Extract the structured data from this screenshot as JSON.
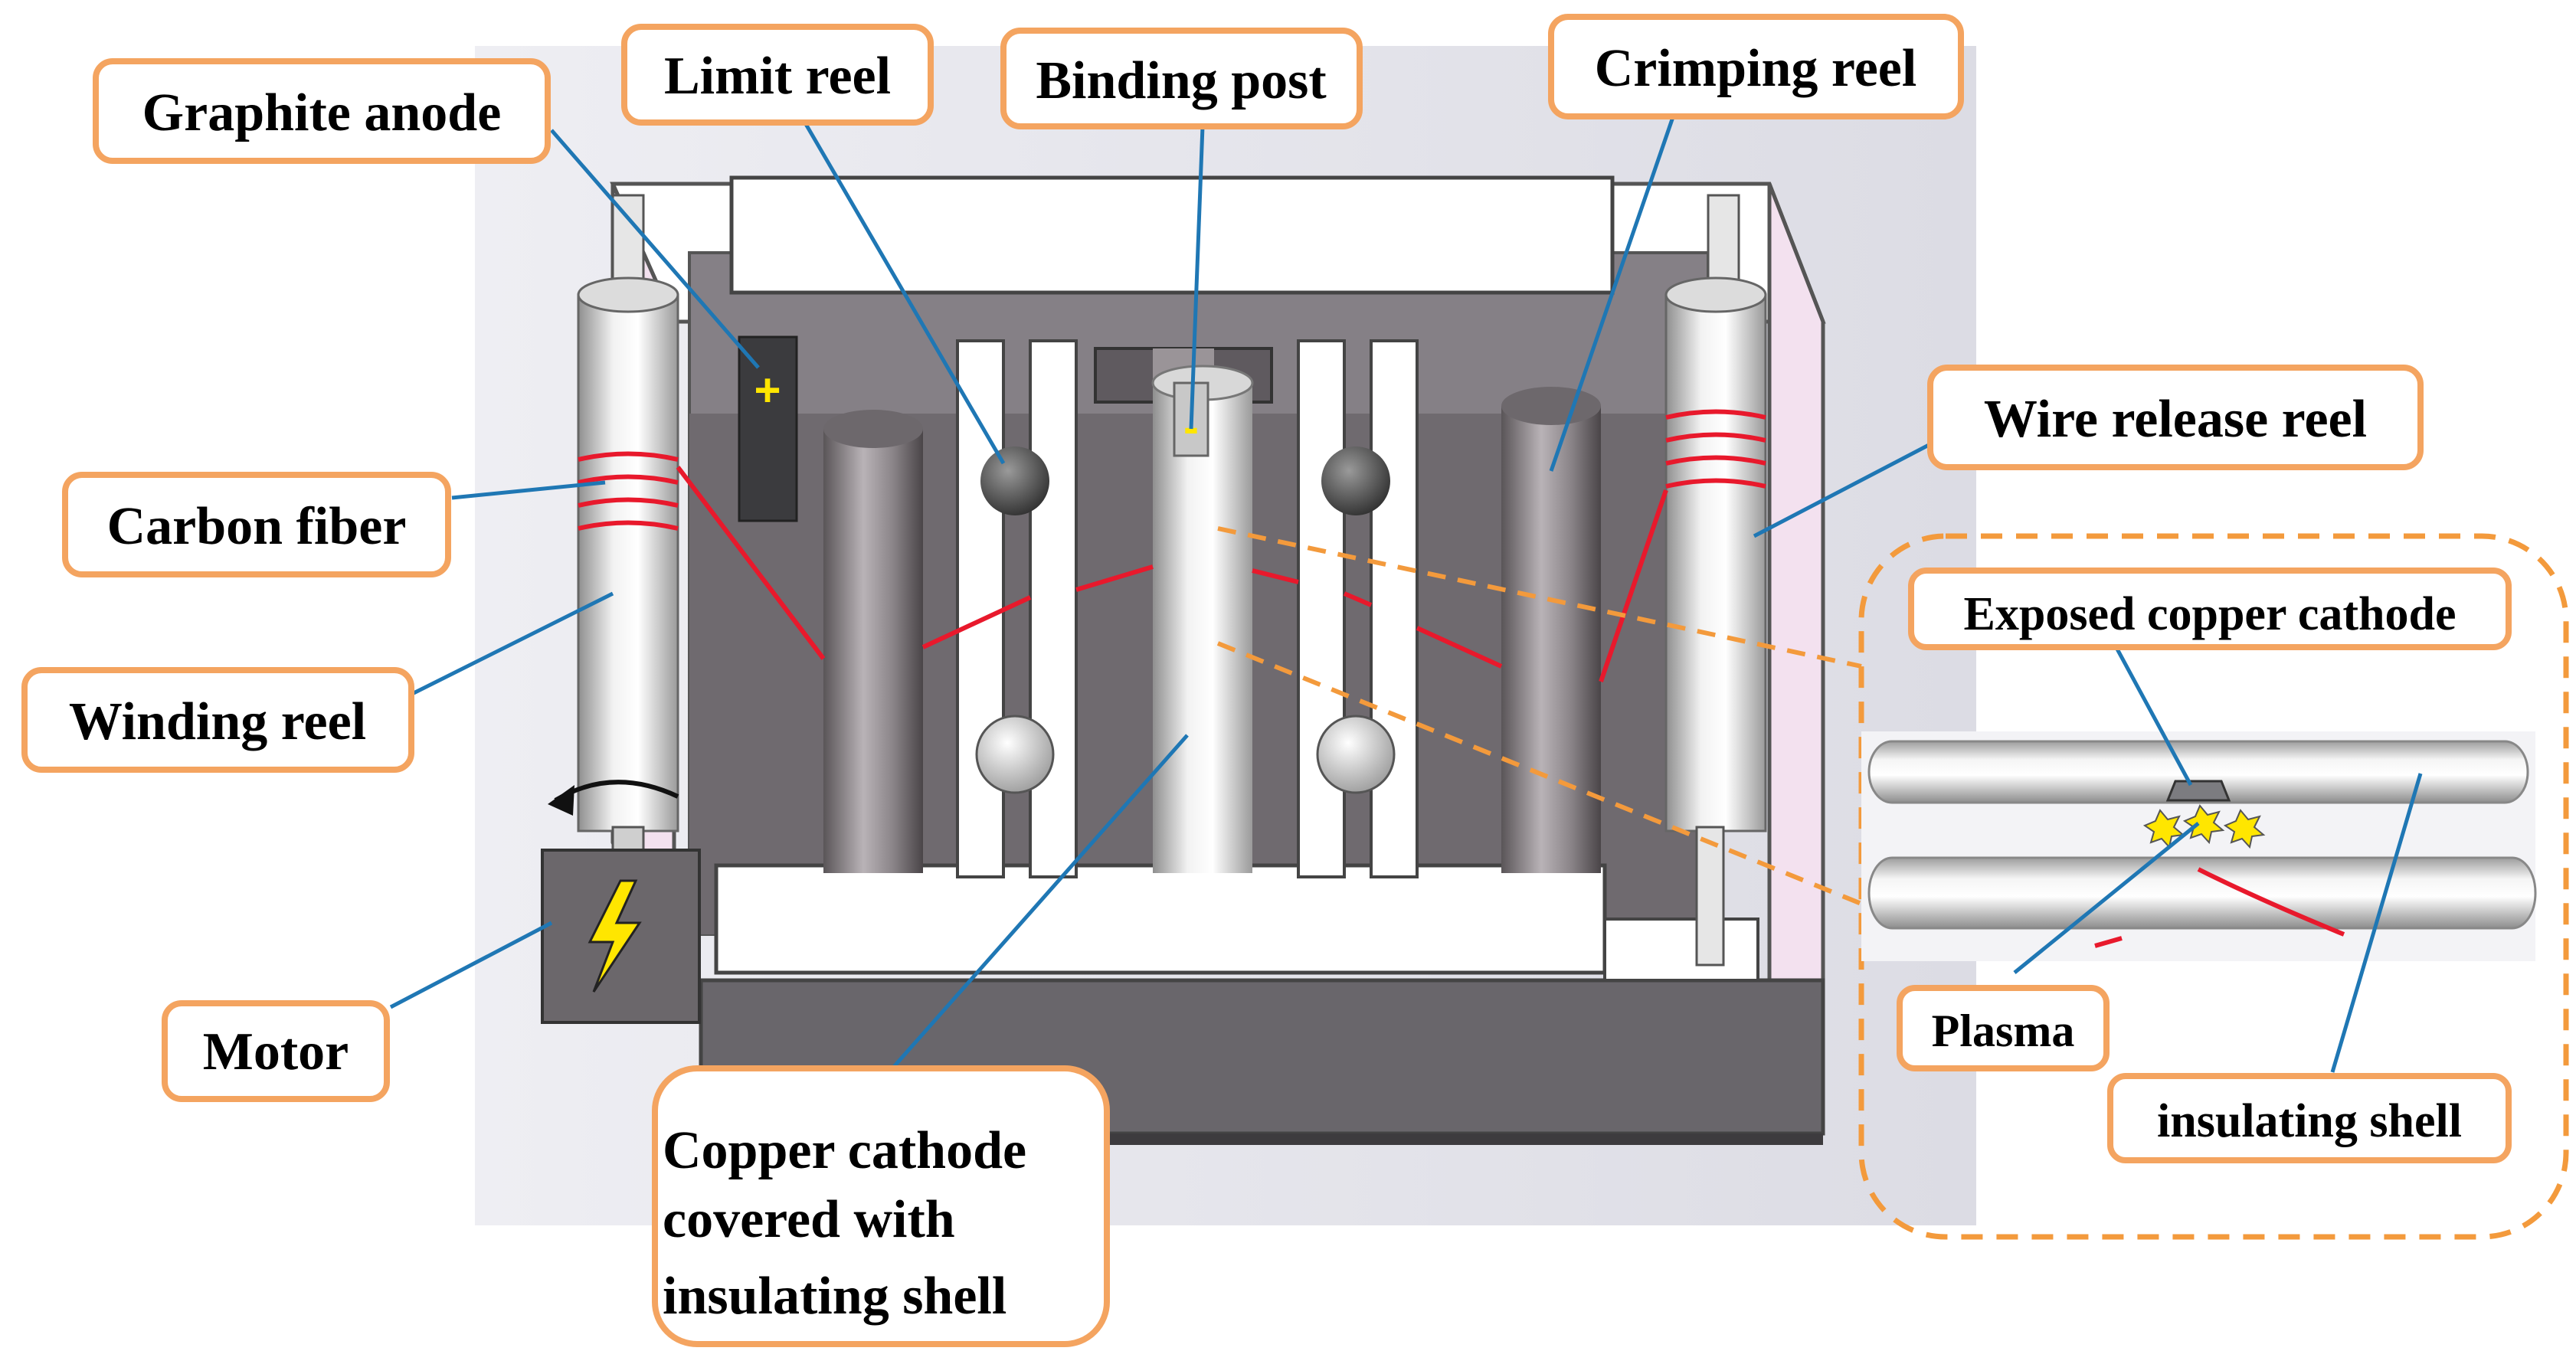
{
  "labels": {
    "graphite_anode": "Graphite anode",
    "limit_reel": "Limit reel",
    "binding_post": "Binding post",
    "crimping_reel": "Crimping reel",
    "wire_release_reel": "Wire release reel",
    "carbon_fiber": "Carbon fiber",
    "winding_reel": "Winding reel",
    "motor": "Motor",
    "copper_cathode_line1": "Copper cathode",
    "copper_cathode_line2": "covered with",
    "copper_cathode_line3": "insulating shell",
    "exposed_copper_cathode": "Exposed copper cathode",
    "plasma": "Plasma",
    "insulating_shell": "insulating shell"
  },
  "symbols": {
    "anode_sign": "+",
    "cathode_sign": "-"
  },
  "colors": {
    "label_border": "#f4a460",
    "leader_line": "#1f77b4",
    "fiber": "#e8192c",
    "inset_border": "#f39a3c"
  },
  "icons": {
    "motor_symbol": "lightning-bolt-icon",
    "rotation_arrow": "curved-arrow-icon",
    "plasma_spark": "spark-icon"
  }
}
